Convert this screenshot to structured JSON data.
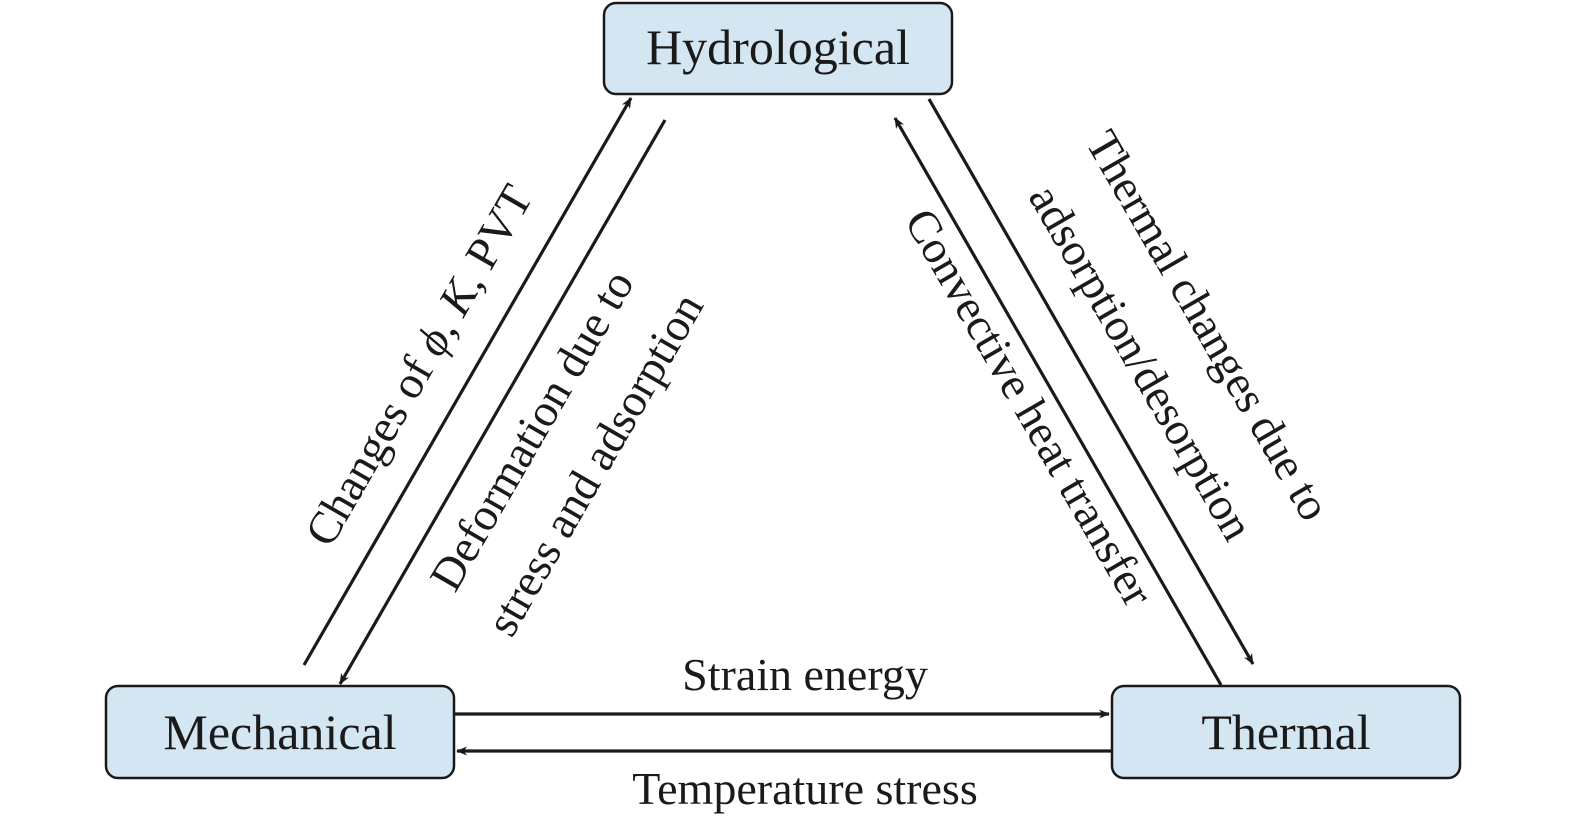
{
  "nodes": {
    "hydrological": "Hydrological",
    "mechanical": "Mechanical",
    "thermal": "Thermal"
  },
  "edges": {
    "mech_to_hydro": {
      "prefix": "Changes of ",
      "symbol_phi": "ϕ",
      "sep1": ", ",
      "symbol_k": "K",
      "suffix": ", PVT"
    },
    "hydro_to_mech": {
      "line1": "Deformation due to",
      "line2": "stress and adsorption"
    },
    "thermal_to_hydro": {
      "line1": "Convective heat transfer"
    },
    "hydro_to_thermal": {
      "line1": "Thermal changes due to",
      "line2": "adsorption/desorption"
    },
    "mech_to_thermal": {
      "line1": "Strain energy"
    },
    "thermal_to_mech": {
      "line1": "Temperature stress"
    }
  }
}
